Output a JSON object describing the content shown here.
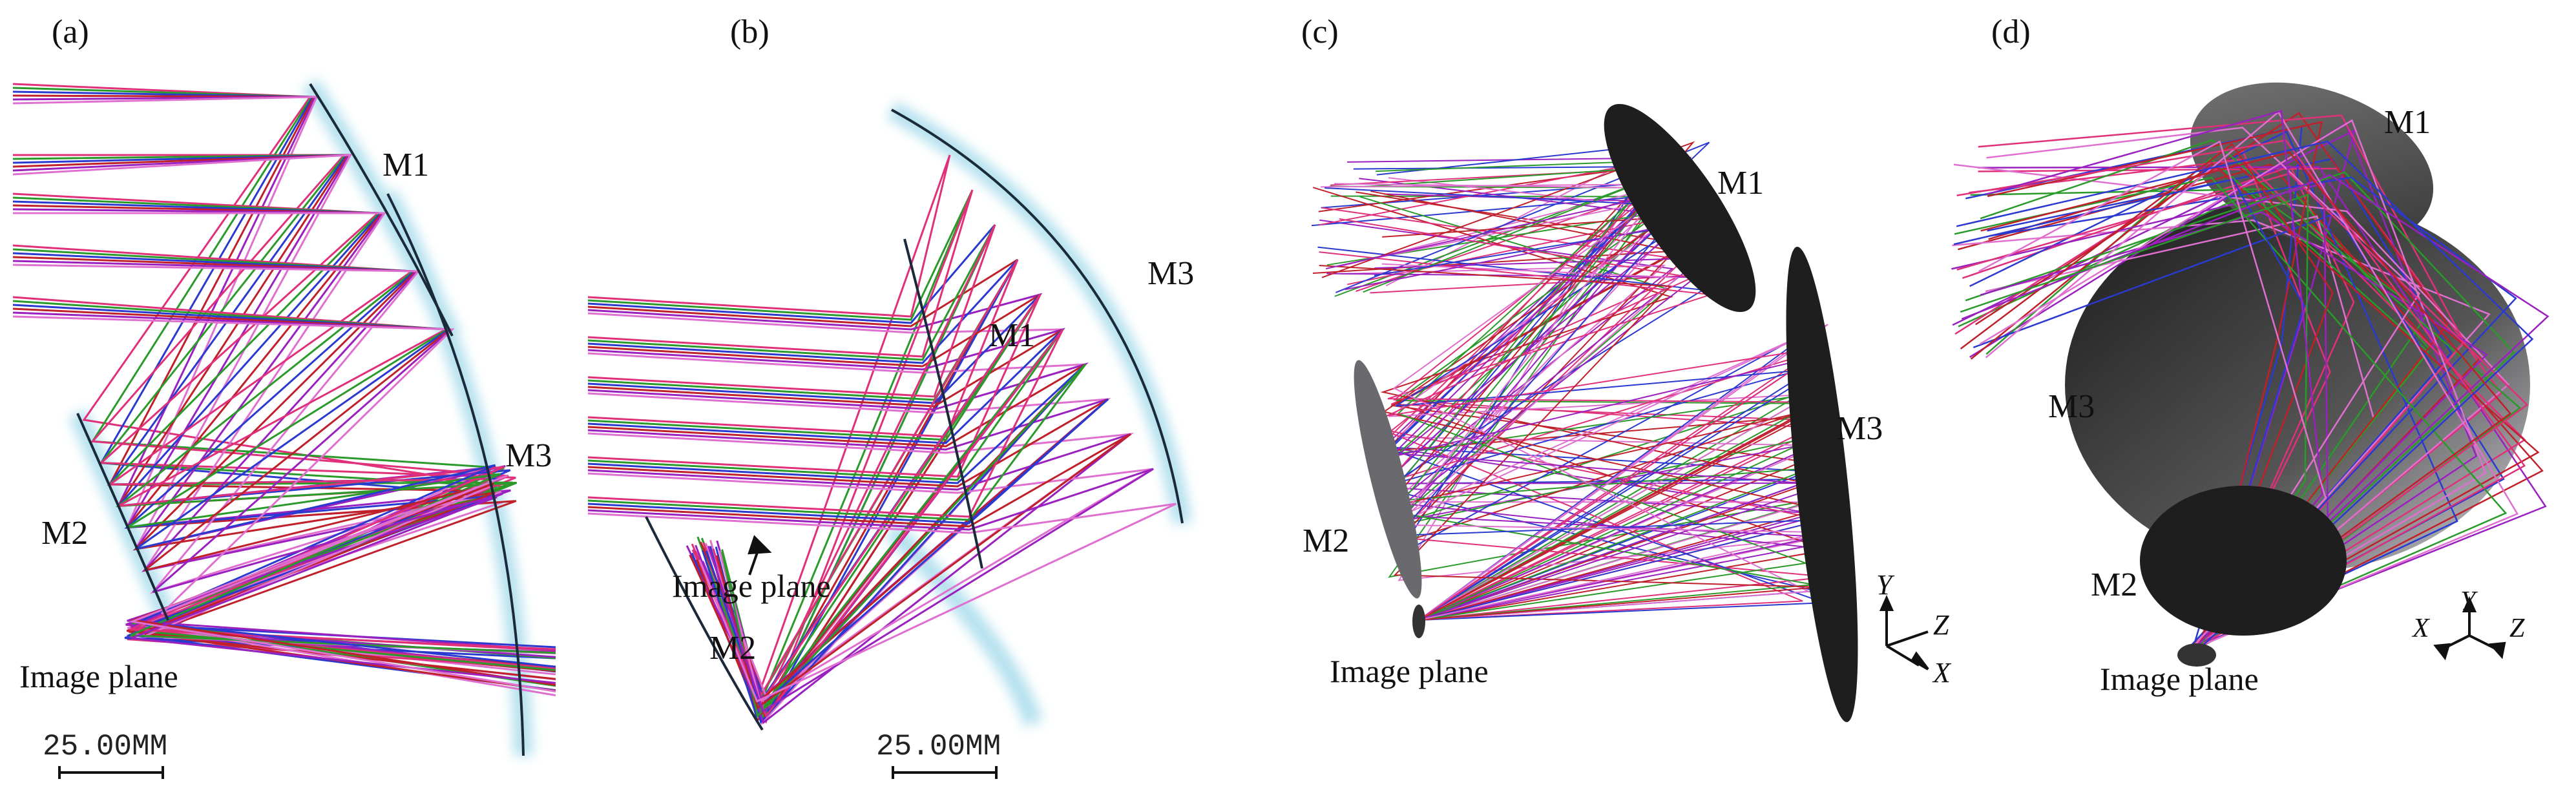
{
  "panels": [
    {
      "tag": "(a)",
      "labels": [
        "M1",
        "M3",
        "M2",
        "Image plane"
      ],
      "scale_bar": "25.00MM"
    },
    {
      "tag": "(b)",
      "labels": [
        "M3",
        "M1",
        "Image plane",
        "M2"
      ],
      "scale_bar": "25.00MM"
    },
    {
      "tag": "(c)",
      "labels": [
        "M1",
        "M3",
        "M2",
        "Image plane"
      ],
      "axes": [
        "Y",
        "Z",
        "X"
      ]
    },
    {
      "tag": "(d)",
      "labels": [
        "M1",
        "M3",
        "M2",
        "Image plane"
      ],
      "axes": [
        "Y",
        "X",
        "Z"
      ]
    }
  ],
  "ray_colors": [
    "#e0307a",
    "#2a9a2a",
    "#2a3ad0",
    "#c0202a",
    "#9a20c0",
    "#e070d0"
  ],
  "glow_color": "#a8dcec",
  "mirror_fill": "#1e1e1e"
}
